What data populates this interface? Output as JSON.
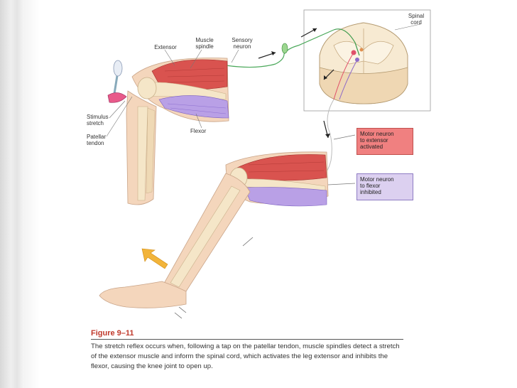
{
  "labels": {
    "spinal_cord": "Spinal\ncord",
    "muscle_spindle": "Muscle\nspindle",
    "sensory_neuron": "Sensory\nneuron",
    "extensor": "Extensor",
    "stimulus_stretch": "Stimulus\nstretch",
    "patellar_tendon": "Patellar\ntendon",
    "flexor": "Flexor"
  },
  "boxes": {
    "motor_extensor": "Motor neuron\nto extensor\nactivated",
    "motor_flexor": "Motor neuron\nto flexor\ninhibited"
  },
  "figure": {
    "title": "Figure 9–11",
    "caption": "The stretch reflex occurs when, following a tap on the patellar tendon, muscle spindles detect a stretch of the extensor muscle and inform the spinal cord, which activates the leg extensor and inhibits the flexor, causing the knee joint to open up."
  },
  "colors": {
    "extensor_box": "#f08080",
    "flexor_box": "#dcd0f0",
    "muscle_red": "#d9534f",
    "flexor_purple": "#9b7fd4",
    "bone": "#f5e6c8",
    "skin": "#f4d6bc",
    "title_red": "#c0392b"
  }
}
